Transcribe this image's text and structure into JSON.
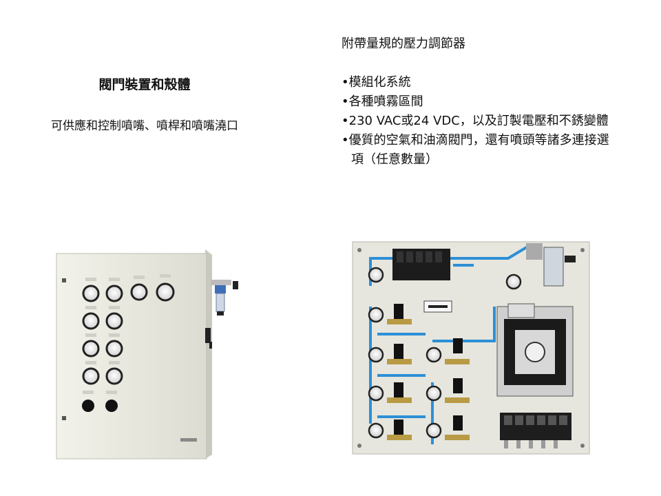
{
  "left": {
    "title": "閥門裝置和殼體",
    "description": "可供應和控制噴嘴、噴桿和噴嘴澆口"
  },
  "right": {
    "heading": "附帶量規的壓力調節器",
    "bullets": [
      "•模組化系統",
      "•各種噴霧區間",
      "•230 VAC或24 VDC，以及訂製電壓和不銹變體",
      "•優質的空氣和油滴閥門，還有噴頭等諸多連接選項（任意數量）"
    ]
  },
  "colors": {
    "panel": "#e9e9e1",
    "tube": "#2d8fd6",
    "brass": "#b99a45",
    "regulator": "#1a1a1a"
  }
}
